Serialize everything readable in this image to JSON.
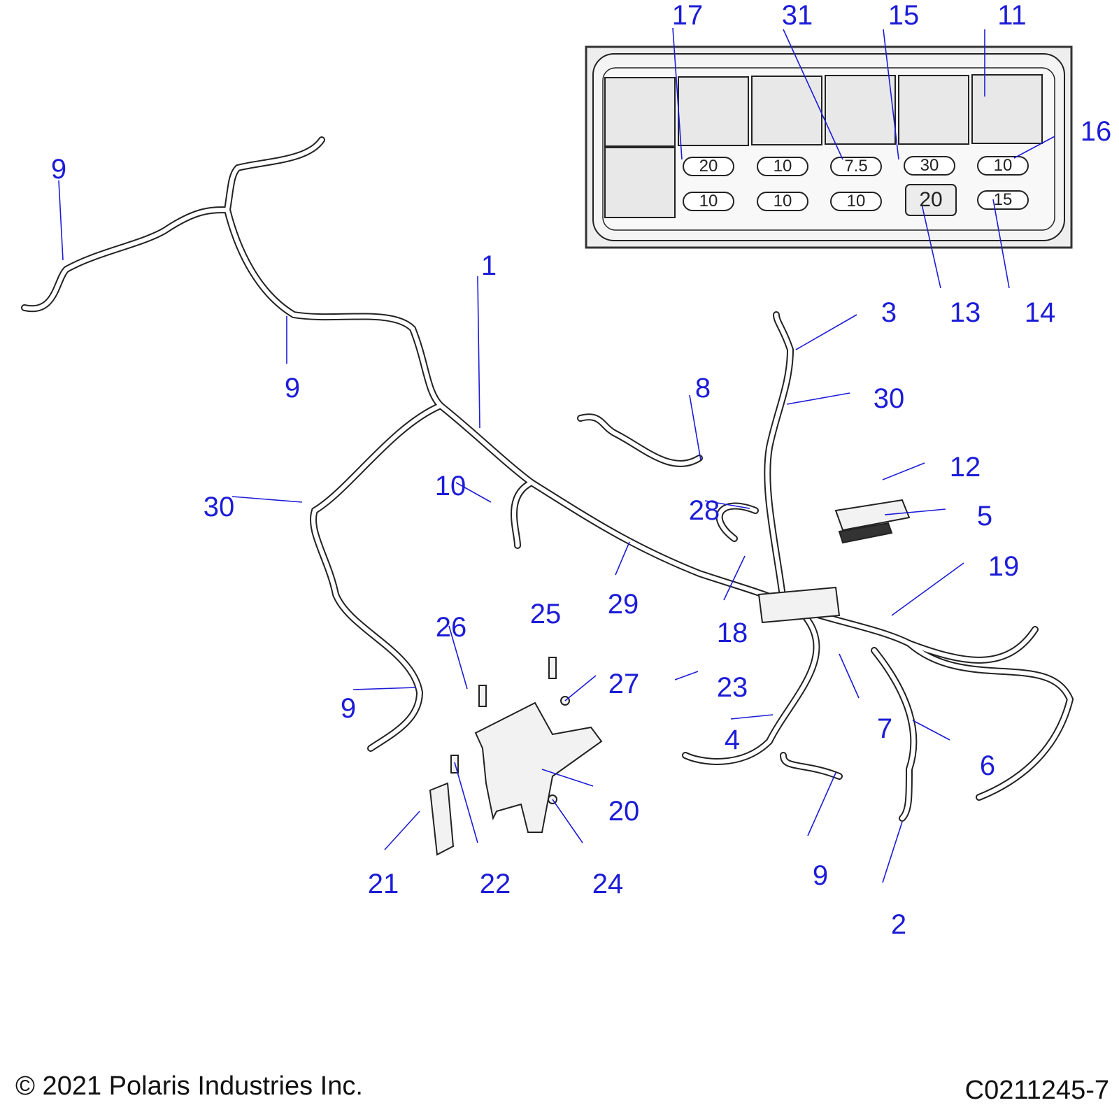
{
  "fuse_box": {
    "top_row": [
      "20",
      "10",
      "7.5",
      "30",
      "10"
    ],
    "bottom_row": [
      "10",
      "10",
      "10",
      "20",
      "15"
    ]
  },
  "callouts": [
    "17",
    "31",
    "15",
    "11",
    "16",
    "13",
    "14",
    "1",
    "3",
    "9",
    "9",
    "8",
    "30",
    "12",
    "5",
    "10",
    "28",
    "30",
    "19",
    "29",
    "18",
    "25",
    "26",
    "27",
    "23",
    "9",
    "7",
    "4",
    "6",
    "20",
    "9",
    "21",
    "22",
    "24",
    "2"
  ],
  "footer": {
    "copyright": "© 2021 Polaris Industries Inc.",
    "diagram_id": "C0211245-7"
  },
  "colors": {
    "callout": "#1c1cd8",
    "line": "#1c1cd8"
  }
}
